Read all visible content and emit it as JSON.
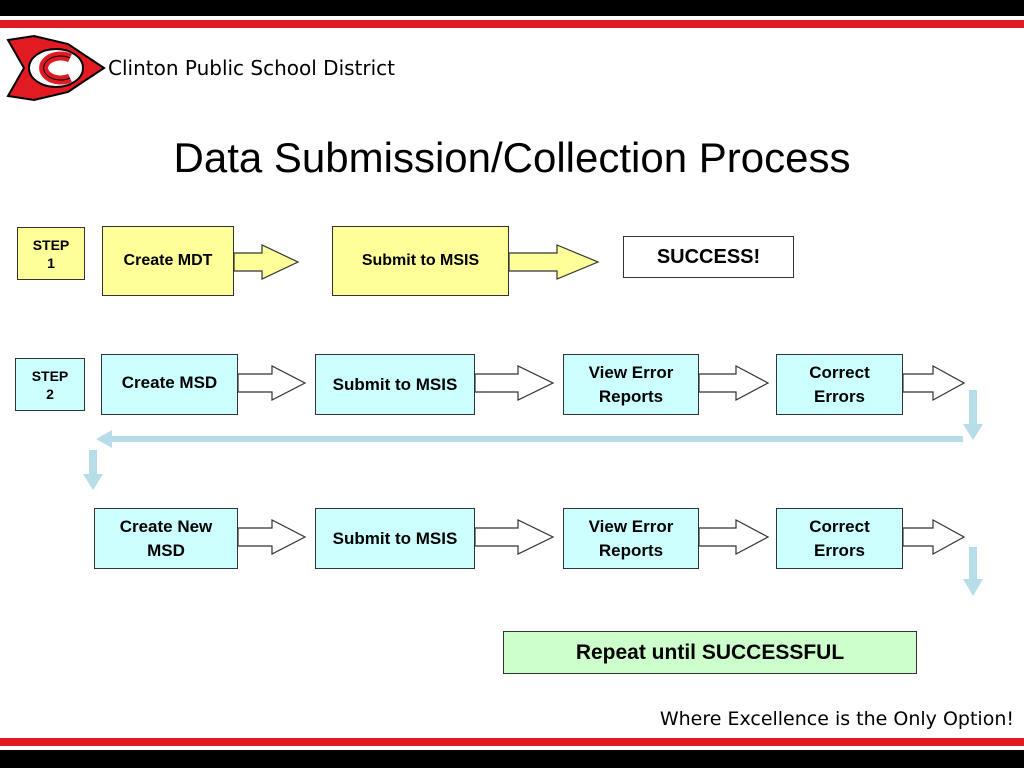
{
  "header": {
    "district_name": "Clinton Public School District",
    "logo_letter": "C"
  },
  "title": "Data Submission/Collection Process",
  "step1": {
    "label_line1": "STEP",
    "label_line2": "1",
    "create": "Create MDT",
    "submit": "Submit to MSIS",
    "success": "SUCCESS!"
  },
  "step2": {
    "label_line1": "STEP",
    "label_line2": "2",
    "create": "Create MSD",
    "submit": "Submit to MSIS",
    "view_line1": "View Error",
    "view_line2": "Reports",
    "correct_line1": "Correct",
    "correct_line2": "Errors"
  },
  "step3": {
    "create_line1": "Create New",
    "create_line2": "MSD",
    "submit": "Submit to MSIS",
    "view_line1": "View Error",
    "view_line2": "Reports",
    "correct_line1": "Correct",
    "correct_line2": "Errors"
  },
  "repeat": "Repeat until SUCCESSFUL",
  "footer": {
    "tagline": "Where Excellence is the Only Option!"
  },
  "colors": {
    "brand_red": "#e21a22",
    "band_black": "#000000",
    "box_yellow": "#ffff99",
    "box_cyan": "#ccffff",
    "box_green": "#ccffcc",
    "loop_arrow": "#b7dde8"
  }
}
